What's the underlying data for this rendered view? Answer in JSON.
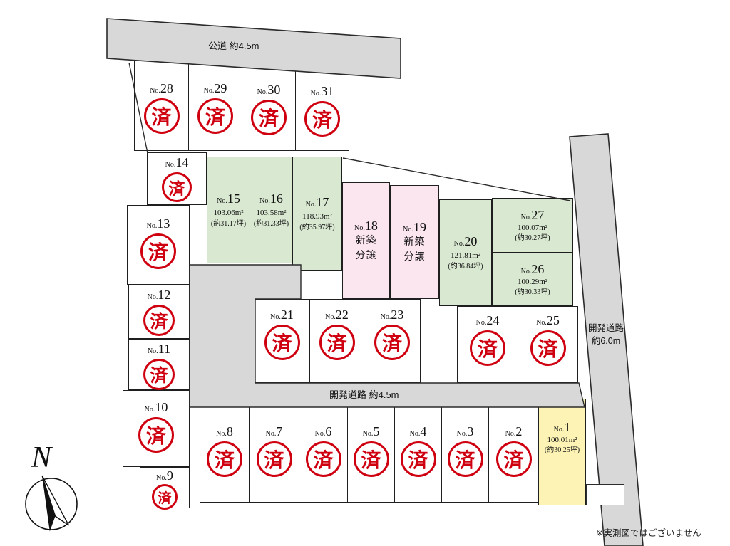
{
  "labels": {
    "no_prefix": "No.",
    "sold": "済",
    "road_top": "公道 約4.5m",
    "road_main": "開発道路 約4.5m",
    "road_right_1": "開発道路",
    "road_right_2": "約6.0m",
    "note": "※実測図ではございません",
    "compass_n": "N"
  },
  "lots": [
    {
      "num": "28",
      "status": "sold"
    },
    {
      "num": "29",
      "status": "sold"
    },
    {
      "num": "30",
      "status": "sold"
    },
    {
      "num": "31",
      "status": "sold"
    },
    {
      "num": "14",
      "status": "sold"
    },
    {
      "num": "13",
      "status": "sold"
    },
    {
      "num": "12",
      "status": "sold"
    },
    {
      "num": "11",
      "status": "sold"
    },
    {
      "num": "10",
      "status": "sold"
    },
    {
      "num": "9",
      "status": "sold"
    },
    {
      "num": "15",
      "area": "103.06m²",
      "tsubo": "(約31.17坪)",
      "status": "available"
    },
    {
      "num": "16",
      "area": "103.58m²",
      "tsubo": "(約31.33坪)",
      "status": "available"
    },
    {
      "num": "17",
      "area": "118.93m²",
      "tsubo": "(約35.97坪)",
      "status": "available"
    },
    {
      "num": "18",
      "line1": "新築",
      "line2": "分譲",
      "status": "new-build"
    },
    {
      "num": "19",
      "line1": "新築",
      "line2": "分譲",
      "status": "new-build"
    },
    {
      "num": "20",
      "area": "121.81m²",
      "tsubo": "(約36.84坪)",
      "status": "available"
    },
    {
      "num": "27",
      "area": "100.07m²",
      "tsubo": "(約30.27坪)",
      "status": "available"
    },
    {
      "num": "26",
      "area": "100.29m²",
      "tsubo": "(約30.33坪)",
      "status": "available"
    },
    {
      "num": "21",
      "status": "sold"
    },
    {
      "num": "22",
      "status": "sold"
    },
    {
      "num": "23",
      "status": "sold"
    },
    {
      "num": "24",
      "status": "sold"
    },
    {
      "num": "25",
      "status": "sold"
    },
    {
      "num": "8",
      "status": "sold"
    },
    {
      "num": "7",
      "status": "sold"
    },
    {
      "num": "6",
      "status": "sold"
    },
    {
      "num": "5",
      "status": "sold"
    },
    {
      "num": "4",
      "status": "sold"
    },
    {
      "num": "3",
      "status": "sold"
    },
    {
      "num": "2",
      "status": "sold"
    },
    {
      "num": "1",
      "area": "100.01m²",
      "tsubo": "(約30.25坪)",
      "status": "available"
    }
  ]
}
